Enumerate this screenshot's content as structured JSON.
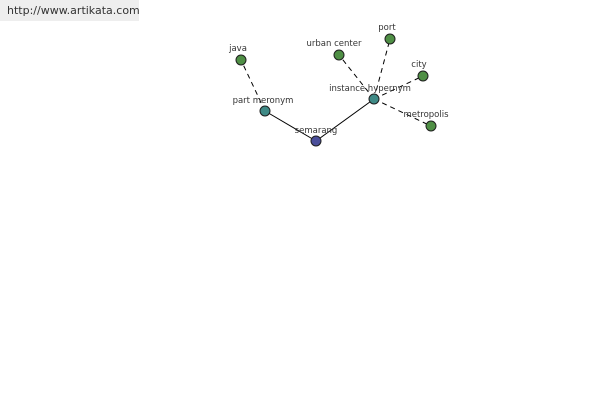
{
  "banner": {
    "url": "http://www.artikata.com"
  },
  "colors": {
    "center": "#4a4e9a",
    "relation": "#3f8a86",
    "leaf": "#4f8f45",
    "outline": "#1f1f1f",
    "edge": "#000000"
  },
  "graph": {
    "nodes": [
      {
        "id": "semarang",
        "label": "semarang",
        "kind": "center"
      },
      {
        "id": "part-meronym",
        "label": "part meronym",
        "kind": "relation"
      },
      {
        "id": "instance-hypernym",
        "label": "instance hypernym",
        "kind": "relation"
      },
      {
        "id": "java",
        "label": "java",
        "kind": "leaf"
      },
      {
        "id": "urban-center",
        "label": "urban center",
        "kind": "leaf"
      },
      {
        "id": "port",
        "label": "port",
        "kind": "leaf"
      },
      {
        "id": "city",
        "label": "city",
        "kind": "leaf"
      },
      {
        "id": "metropolis",
        "label": "metropolis",
        "kind": "leaf"
      }
    ],
    "edges": [
      {
        "from": "semarang",
        "to": "part-meronym",
        "style": "solid"
      },
      {
        "from": "semarang",
        "to": "instance-hypernym",
        "style": "solid"
      },
      {
        "from": "part-meronym",
        "to": "java",
        "style": "dashed"
      },
      {
        "from": "instance-hypernym",
        "to": "urban-center",
        "style": "dashed"
      },
      {
        "from": "instance-hypernym",
        "to": "port",
        "style": "dashed"
      },
      {
        "from": "instance-hypernym",
        "to": "city",
        "style": "dashed"
      },
      {
        "from": "instance-hypernym",
        "to": "metropolis",
        "style": "dashed"
      }
    ]
  }
}
